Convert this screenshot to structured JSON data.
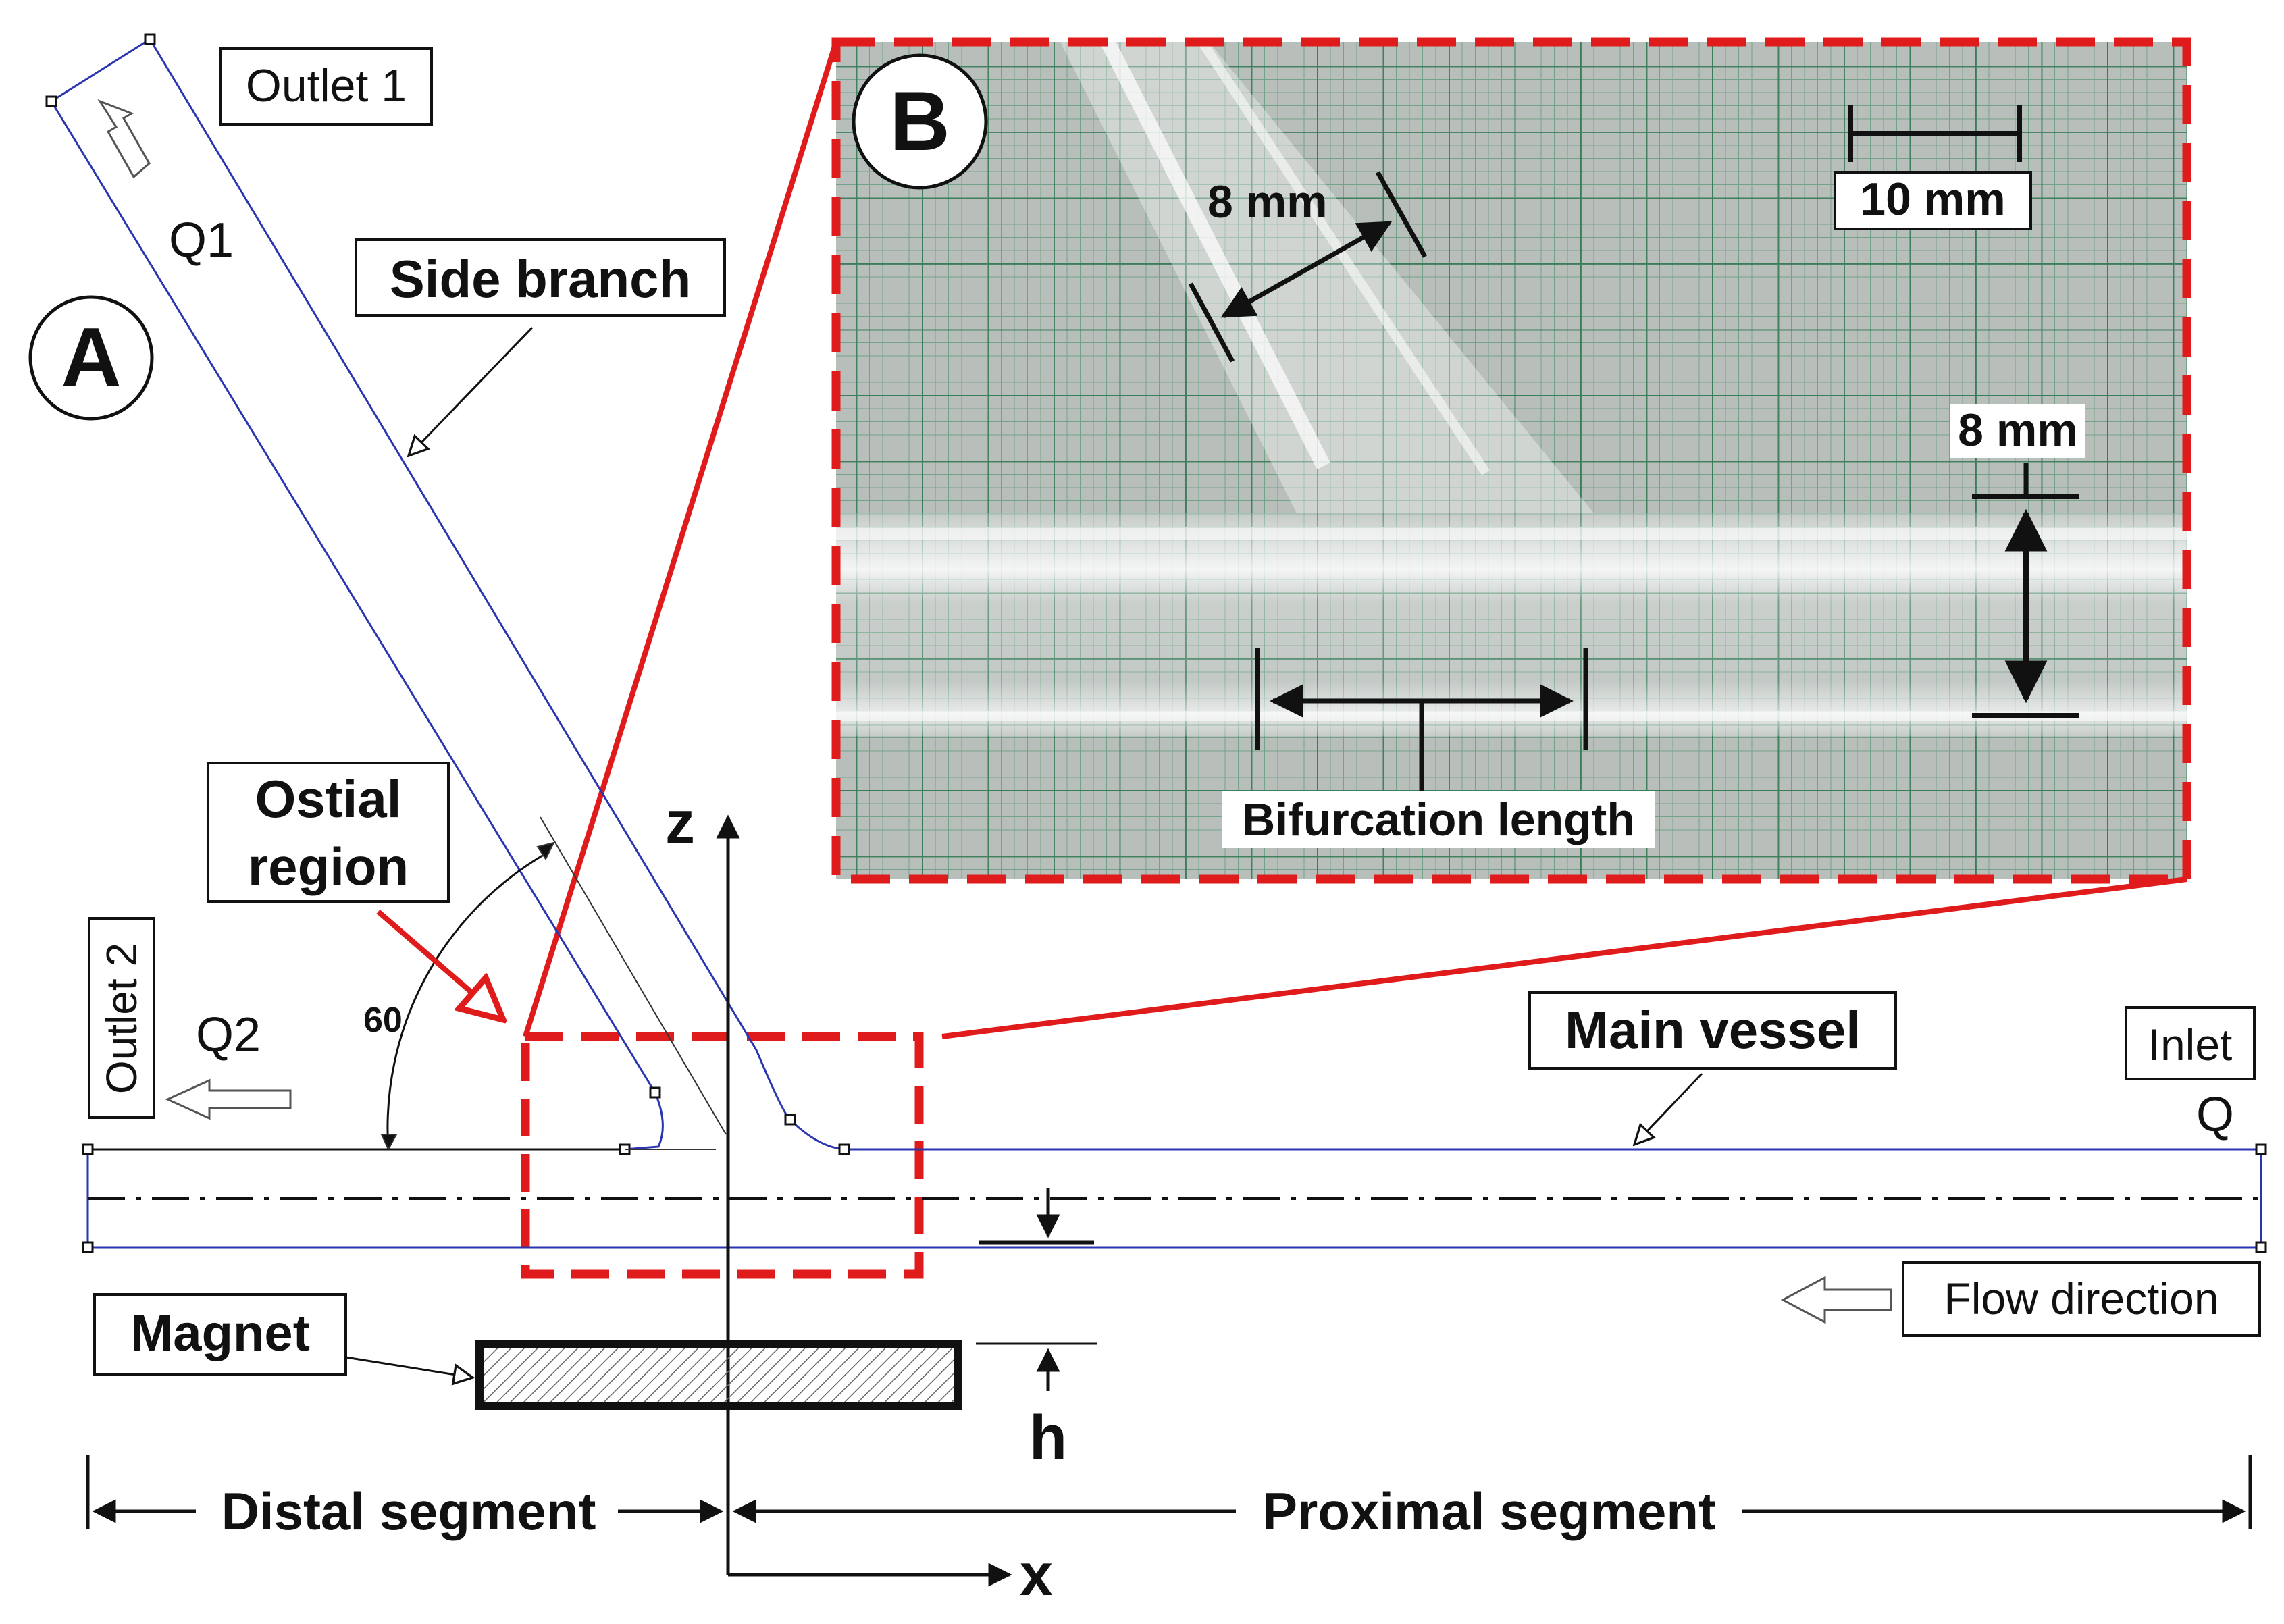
{
  "panels": {
    "a": "A",
    "b": "B"
  },
  "labels": {
    "outlet1": "Outlet 1",
    "q1": "Q1",
    "side_branch": "Side branch",
    "ostial_region_line1": "Ostial",
    "ostial_region_line2": "region",
    "outlet2": "Outlet 2",
    "q2": "Q2",
    "angle": "60",
    "main_vessel": "Main vessel",
    "inlet": "Inlet",
    "q": "Q",
    "flow_direction": "Flow direction",
    "magnet": "Magnet",
    "h": "h",
    "distal_segment": "Distal segment",
    "proximal_segment": "Proximal segment",
    "axis_z": "z",
    "axis_x": "x"
  },
  "photo": {
    "branch_diameter": "8 mm",
    "scale_bar": "10 mm",
    "main_diameter": "8 mm",
    "bifurcation_length": "Bifurcation length"
  },
  "colors": {
    "vessel_outline": "#2b35b0",
    "callout_red": "#e01b1b",
    "grid_green": "#2f7a52",
    "photo_bg": "#b8bfbb",
    "ink": "#111111"
  }
}
